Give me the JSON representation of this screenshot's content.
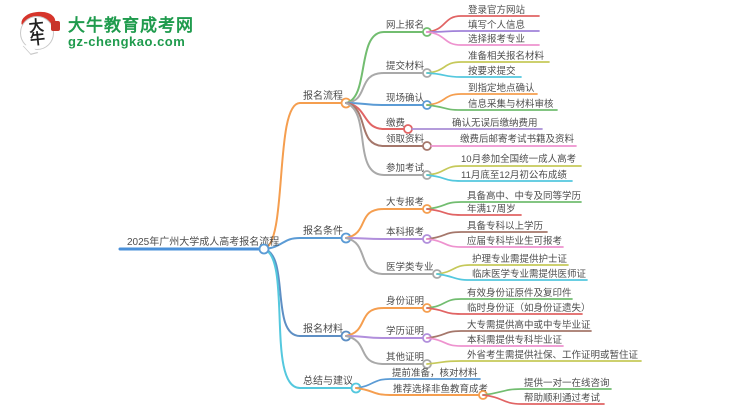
{
  "logo": {
    "brand": "大牛教育成考网",
    "domain": "gz-chengkao.com",
    "badge_text": "大牛",
    "brand_color": "#1f9b4d"
  },
  "mindmap": {
    "root": "2025年广州大学成人高考报名流程",
    "root_color": "#4a90d9",
    "branches": [
      {
        "label": "报名流程",
        "color": "#f59e4f",
        "children": [
          {
            "label": "网上报名",
            "color": "#72bd70",
            "children": [
              {
                "label": "登录官方网站",
                "color": "#e16464"
              },
              {
                "label": "填写个人信息",
                "color": "#a182d9"
              },
              {
                "label": "选择报考专业",
                "color": "#ee93cf"
              }
            ]
          },
          {
            "label": "提交材料",
            "color": "#a9a9a9",
            "children": [
              {
                "label": "准备相关报名材料",
                "color": "#c6c95a"
              },
              {
                "label": "按要求提交",
                "color": "#54c8de"
              }
            ]
          },
          {
            "label": "现场确认",
            "color": "#5b9bd5",
            "children": [
              {
                "label": "到指定地点确认",
                "color": "#f59e4f"
              },
              {
                "label": "信息采集与材料审核",
                "color": "#72bd70"
              }
            ]
          },
          {
            "label": "缴费",
            "color": "#e16464",
            "children": [
              {
                "label": "确认无误后缴纳费用",
                "color": "#a98fd6"
              }
            ]
          },
          {
            "label": "领取资料",
            "color": "#a5776b",
            "children": [
              {
                "label": "缴费后邮寄考试书籍及资料",
                "color": "#ee93cf"
              }
            ]
          },
          {
            "label": "参加考试",
            "color": "#a9a9a9",
            "children": [
              {
                "label": "10月参加全国统一成人高考",
                "color": "#c6c95a"
              },
              {
                "label": "11月底至12月初公布成绩",
                "color": "#54c8de"
              }
            ]
          }
        ]
      },
      {
        "label": "报名条件",
        "color": "#5b9bd5",
        "children": [
          {
            "label": "大专报考",
            "color": "#f59e4f",
            "children": [
              {
                "label": "具备高中、中专及同等学历",
                "color": "#72bd70"
              },
              {
                "label": "年满17周岁",
                "color": "#e16464"
              }
            ]
          },
          {
            "label": "本科报考",
            "color": "#b18fdc",
            "children": [
              {
                "label": "具备专科以上学历",
                "color": "#a5776b"
              },
              {
                "label": "应届专科毕业生可报考",
                "color": "#ee93cf"
              }
            ]
          },
          {
            "label": "医学类专业",
            "color": "#a9a9a9",
            "children": [
              {
                "label": "护理专业需提供护士证",
                "color": "#c6c95a"
              },
              {
                "label": "临床医学专业需提供医师证",
                "color": "#54c8de"
              }
            ]
          }
        ]
      },
      {
        "label": "报名材料",
        "color": "#5e8fc4",
        "children": [
          {
            "label": "身份证明",
            "color": "#f59e4f",
            "children": [
              {
                "label": "有效身份证原件及复印件",
                "color": "#72bd70"
              },
              {
                "label": "临时身份证（如身份证遗失）",
                "color": "#e16464"
              }
            ]
          },
          {
            "label": "学历证明",
            "color": "#b18fdc",
            "children": [
              {
                "label": "大专需提供高中或中专毕业证",
                "color": "#a5776b"
              },
              {
                "label": "本科需提供专科毕业证",
                "color": "#ee93cf"
              }
            ]
          },
          {
            "label": "其他证明",
            "color": "#a9a9a9",
            "children": [
              {
                "label": "外省考生需提供社保、工作证明或暂住证",
                "color": "#c6c95a"
              }
            ]
          }
        ]
      },
      {
        "label": "总结与建议",
        "color": "#54c8de",
        "children": [
          {
            "label": "提前准备，核对材料",
            "color": "#5b9bd5"
          },
          {
            "label": "推荐选择非鱼教育成考",
            "color": "#f59e4f",
            "children": [
              {
                "label": "提供一对一在线咨询",
                "color": "#72bd70"
              },
              {
                "label": "帮助顺利通过考试",
                "color": "#e16464"
              }
            ]
          }
        ]
      }
    ]
  }
}
